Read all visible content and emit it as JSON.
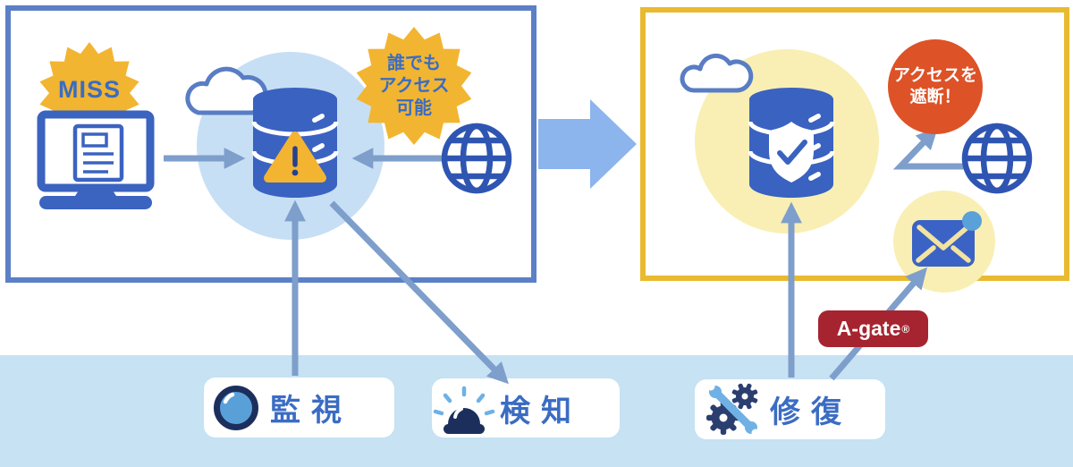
{
  "colors": {
    "before_border": "#5c80c6",
    "after_border": "#e9ba30",
    "primary_blue": "#3a62c1",
    "dark_navy": "#1c2f5c",
    "steel_arrow": "#7e9ecb",
    "big_arrow": "#8cb4ed",
    "badge_yellow": "#f2b531",
    "alert_red": "#dd5227",
    "agate_red": "#a6242f",
    "band_blue": "#c6e2f3",
    "soft_blue_circle": "#c7dff4",
    "soft_yellow_circle": "#f9efb4",
    "label_blue": "#3b6cc3"
  },
  "before_box": {
    "miss_badge": "MISS",
    "access_badge": [
      "誰でも",
      "アクセス",
      "可能"
    ]
  },
  "after_box": {
    "block_badge": [
      "アクセスを",
      "遮断！"
    ],
    "agate": {
      "label": "A-gate",
      "reg": "®"
    }
  },
  "steps": [
    {
      "label": "監視"
    },
    {
      "label": "検知"
    },
    {
      "label": "修復"
    }
  ]
}
